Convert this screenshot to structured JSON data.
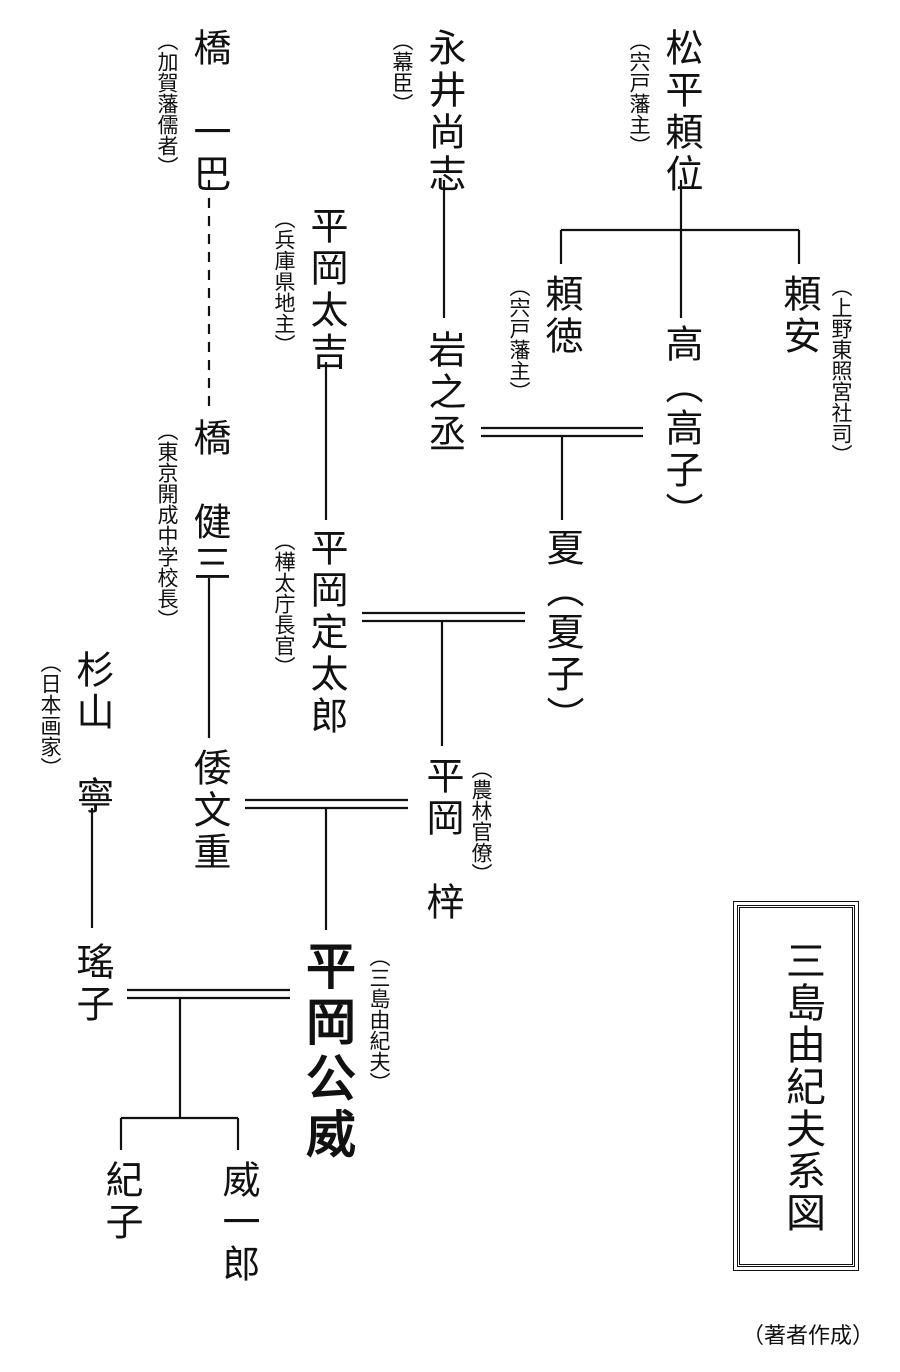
{
  "people": {
    "matsudaira_yorii": {
      "name": "松平頼位",
      "note": "（宍戸藩主）"
    },
    "nagai_naoyuki": {
      "name": "永井尚志",
      "note": "（幕臣）"
    },
    "hashi_ippa": {
      "name": "橋　一巴",
      "note": "（加賀藩儒者）"
    },
    "yorinori": {
      "name": "頼徳",
      "note": "（宍戸藩主）"
    },
    "taka": {
      "name": "高（高子）"
    },
    "yoriyasu": {
      "name": "頼安",
      "note": "（上野東照宮社司）"
    },
    "hiraoka_takichi": {
      "name": "平岡太吉",
      "note": "（兵庫県地主）"
    },
    "iwanojo": {
      "name": "岩之丞"
    },
    "hashi_kenzo": {
      "name": "橋　健三",
      "note": "（東京開成中学校長）"
    },
    "natsu": {
      "name": "夏（夏子）"
    },
    "hiraoka_sadataro": {
      "name": "平岡定太郎",
      "note": "（樺太庁長官）"
    },
    "sugiyama_nei": {
      "name": "杉山　寧",
      "note": "（日本画家）"
    },
    "shizue": {
      "name": "倭文重"
    },
    "hiraoka_azusa": {
      "name": "平岡　梓",
      "note": "（農林官僚）"
    },
    "yoko": {
      "name": "瑤子"
    },
    "hiraoka_kimitake": {
      "name": "平岡公威",
      "note": "（三島由紀夫）"
    },
    "noriko": {
      "name": "紀子"
    },
    "iichiro": {
      "name": "威一郎"
    }
  },
  "title": "三島由紀夫系図",
  "credit": "（著者作成）"
}
